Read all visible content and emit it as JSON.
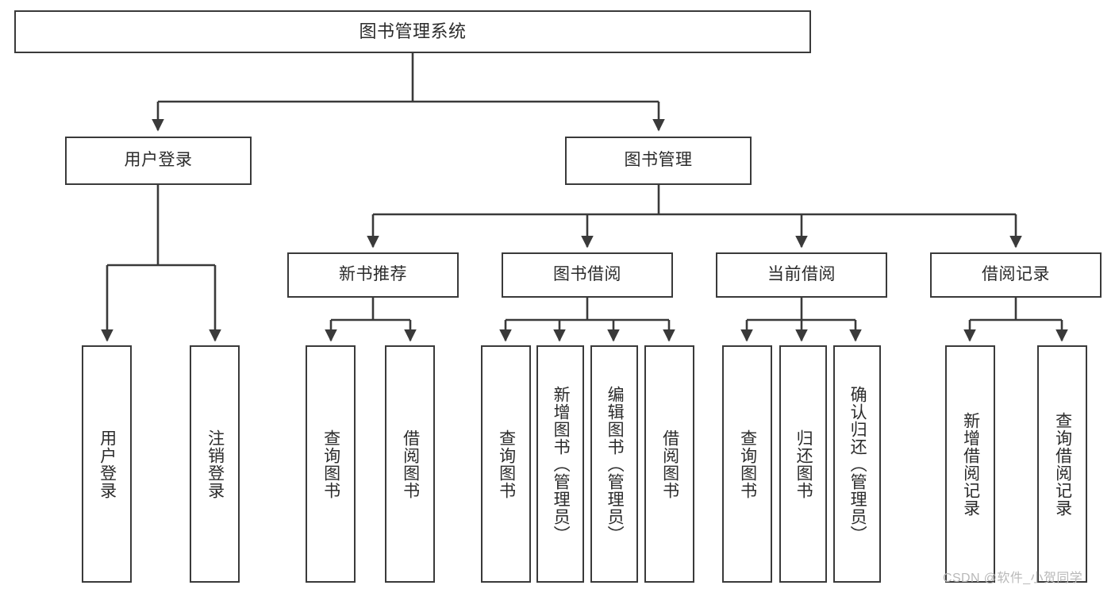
{
  "diagram": {
    "type": "tree-hierarchy",
    "title": "图书管理系统",
    "watermark": "CSDN @软件_小贺同学",
    "colors": {
      "stroke": "#3a3a3a",
      "fill": "#ffffff",
      "text": "#2b2b2b",
      "watermark": "#b9b9b9"
    },
    "nodes": {
      "root": {
        "label": "图书管理系统"
      },
      "level2": [
        {
          "label": "用户登录"
        },
        {
          "label": "图书管理"
        }
      ],
      "level3": [
        {
          "label": "新书推荐"
        },
        {
          "label": "图书借阅"
        },
        {
          "label": "当前借阅"
        },
        {
          "label": "借阅记录"
        }
      ],
      "leaves": {
        "user_login": [
          {
            "label": "用户登录"
          },
          {
            "label": "注销登录"
          }
        ],
        "new_book": [
          {
            "label": "查询图书"
          },
          {
            "label": "借阅图书"
          }
        ],
        "book_borrow": [
          {
            "label": "查询图书"
          },
          {
            "label": "新增图书（管理员）"
          },
          {
            "label": "编辑图书（管理员）"
          },
          {
            "label": "借阅图书"
          }
        ],
        "current_borrow": [
          {
            "label": "查询图书"
          },
          {
            "label": "归还图书"
          },
          {
            "label": "确认归还（管理员）"
          }
        ],
        "borrow_record": [
          {
            "label": "新增借阅记录"
          },
          {
            "label": "查询借阅记录"
          }
        ]
      }
    }
  }
}
